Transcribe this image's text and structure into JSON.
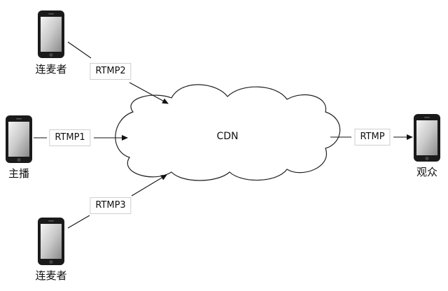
{
  "nodes": {
    "guest_top": "连麦者",
    "host": "主播",
    "guest_bottom": "连麦者",
    "viewer": "观众",
    "cdn": "CDN"
  },
  "edges": {
    "guest_top_to_cdn": "RTMP2",
    "host_to_cdn": "RTMP1",
    "guest_bottom_to_cdn": "RTMP3",
    "cdn_to_viewer": "RTMP"
  }
}
